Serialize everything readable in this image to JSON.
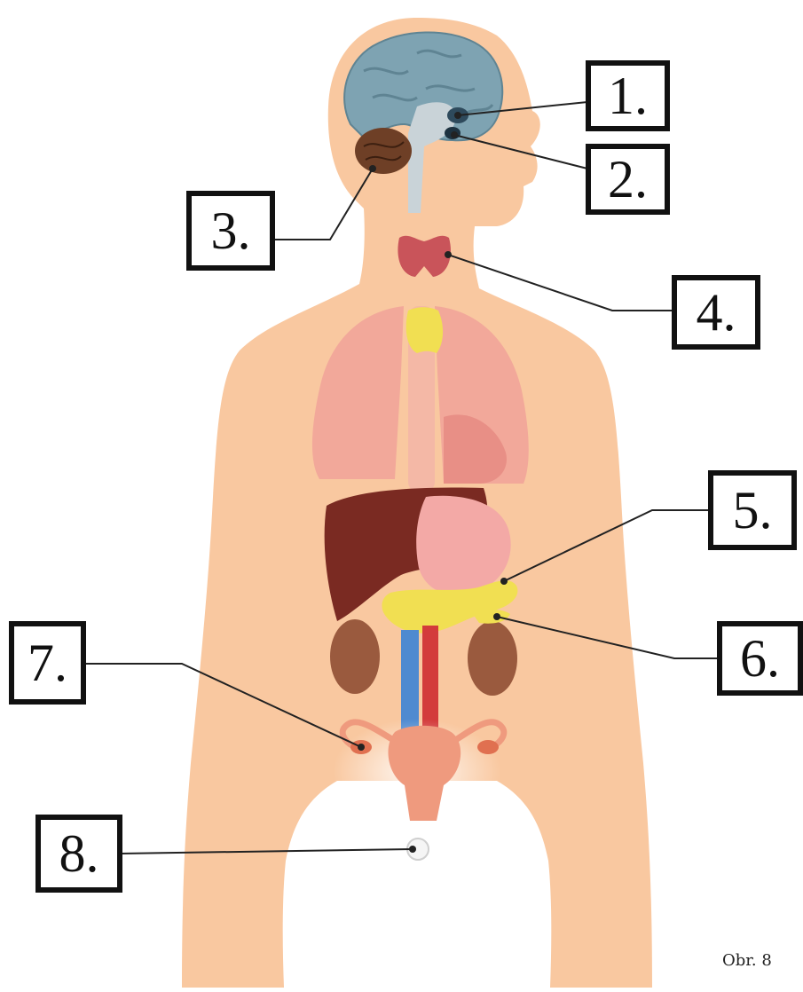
{
  "figure": {
    "caption": "Obr. 8",
    "colors": {
      "skin": "#f9c8a0",
      "brain": "#7ea3b2",
      "cerebellum": "#6e3f26",
      "thyroid": "#c9545a",
      "lung": "#f2a89a",
      "liver": "#7a2a22",
      "stomach": "#f3a9a6",
      "pancreas": "#f1df52",
      "kidney": "#9a5a3e",
      "vein": "#4f8ad0",
      "artery": "#d33b3b",
      "uterus": "#ef9a7e",
      "testis": "#f5f5f5"
    }
  },
  "labels": [
    {
      "id": "1",
      "text": "1."
    },
    {
      "id": "2",
      "text": "2."
    },
    {
      "id": "3",
      "text": "3."
    },
    {
      "id": "4",
      "text": "4."
    },
    {
      "id": "5",
      "text": "5."
    },
    {
      "id": "6",
      "text": "6."
    },
    {
      "id": "7",
      "text": "7."
    },
    {
      "id": "8",
      "text": "8."
    }
  ]
}
